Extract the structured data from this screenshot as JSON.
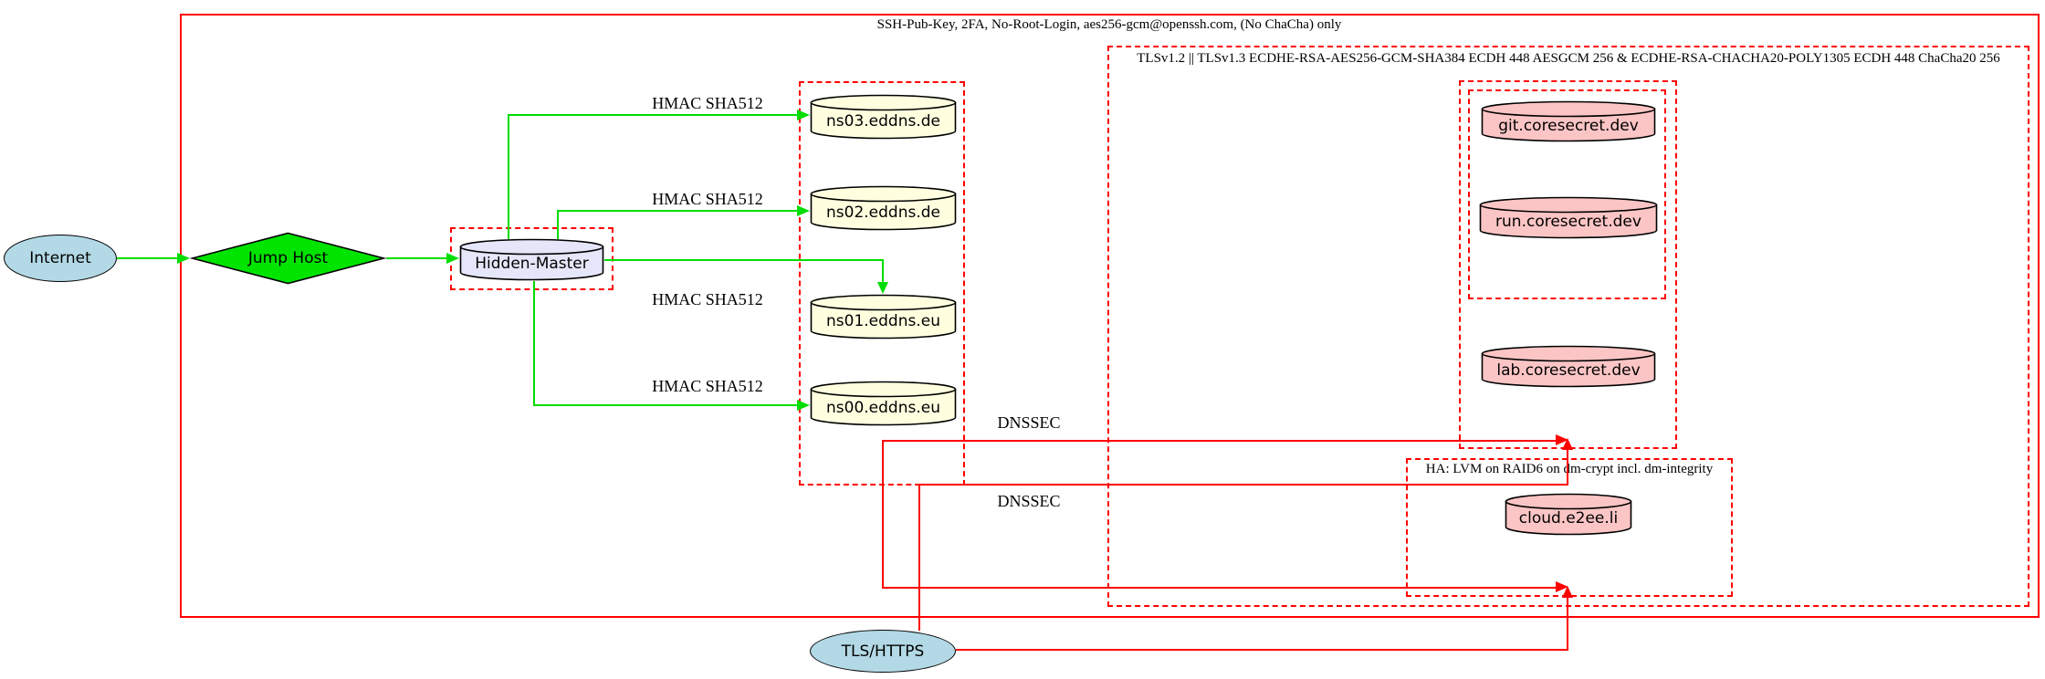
{
  "diagram": {
    "clusters": {
      "ssh": {
        "label": "SSH-Pub-Key, 2FA, No-Root-Login, aes256-gcm@openssh.com, (No ChaCha) only"
      },
      "tls": {
        "label": "TLSv1.2 || TLSv1.3 ECDHE-RSA-AES256-GCM-SHA384 ECDH 448 AESGCM 256 & ECDHE-RSA-CHACHA20-POLY1305 ECDH 448 ChaCha20 256"
      },
      "ha": {
        "label": "HA: LVM on RAID6 on dm-crypt incl. dm-integrity"
      }
    },
    "nodes": {
      "internet": {
        "label": "Internet"
      },
      "jump_host": {
        "label": "Jump Host"
      },
      "hidden_master": {
        "label": "Hidden-Master"
      },
      "ns03": {
        "label": "ns03.eddns.de"
      },
      "ns02": {
        "label": "ns02.eddns.de"
      },
      "ns01": {
        "label": "ns01.eddns.eu"
      },
      "ns00": {
        "label": "ns00.eddns.eu"
      },
      "git": {
        "label": "git.coresecret.dev"
      },
      "run": {
        "label": "run.coresecret.dev"
      },
      "lab": {
        "label": "lab.coresecret.dev"
      },
      "cloud": {
        "label": "cloud.e2ee.li"
      },
      "tls_https": {
        "label": "TLS/HTTPS"
      }
    },
    "edge_labels": {
      "hmac1": "HMAC SHA512",
      "hmac2": "HMAC SHA512",
      "hmac3": "HMAC SHA512",
      "hmac4": "HMAC SHA512",
      "dnssec1": "DNSSEC",
      "dnssec2": "DNSSEC"
    },
    "colors": {
      "edge_green": "#00dd00",
      "edge_red": "#ff0000",
      "node_blue": "#b3d9e6",
      "node_green": "#00e400",
      "node_lavender": "#e6e6fa",
      "node_yellow": "#ffffe0",
      "node_pink": "#fcc5c5"
    }
  }
}
